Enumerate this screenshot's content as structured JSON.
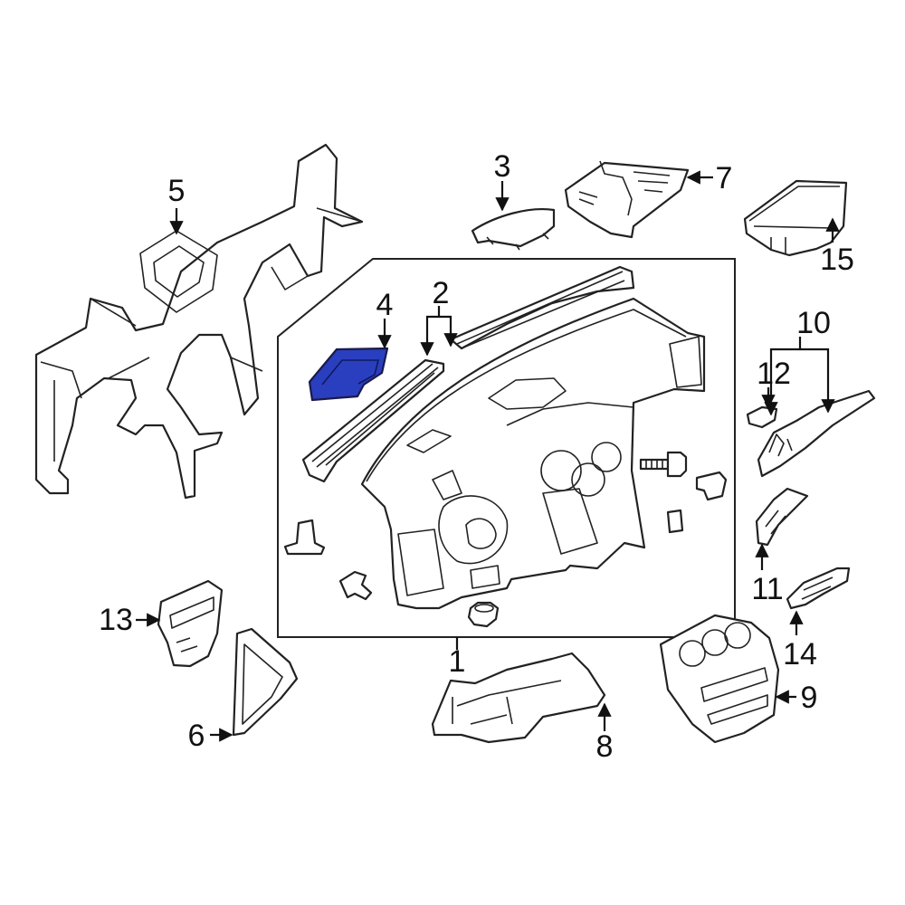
{
  "labels": {
    "l1": "1",
    "l2": "2",
    "l3": "3",
    "l4": "4",
    "l5": "5",
    "l6": "6",
    "l7": "7",
    "l8": "8",
    "l9": "9",
    "l10": "10",
    "l11": "11",
    "l12": "12",
    "l13": "13",
    "l14": "14",
    "l15": "15"
  },
  "colors": {
    "highlight": "#2a3fbf",
    "line": "#222222"
  }
}
